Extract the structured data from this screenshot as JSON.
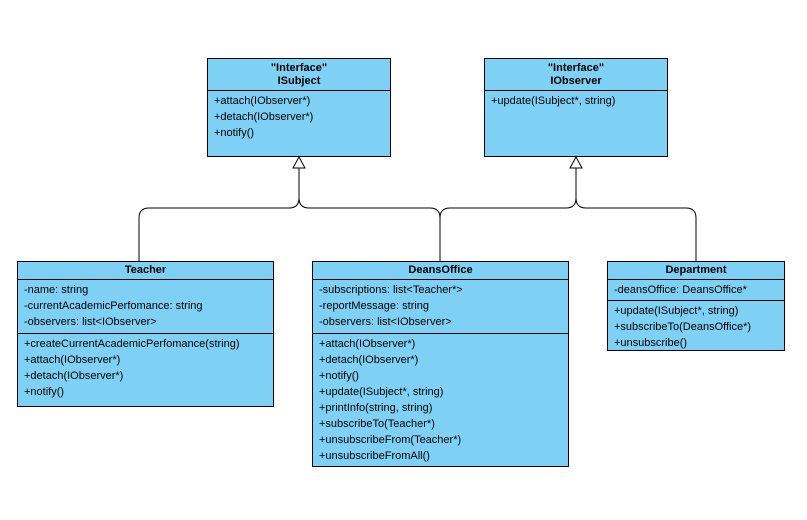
{
  "classes": {
    "isubject": {
      "stereotype": "\"Interface\"",
      "name": "ISubject",
      "attributes": [],
      "methods": [
        "+attach(IObserver*)",
        "+detach(IObserver*)",
        "+notify()"
      ]
    },
    "iobserver": {
      "stereotype": "\"Interface\"",
      "name": "IObserver",
      "attributes": [],
      "methods": [
        "+update(ISubject*, string)"
      ]
    },
    "teacher": {
      "name": "Teacher",
      "attributes": [
        "-name: string",
        "-currentAcademicPerfomance: string",
        "-observers: list<IObserver>"
      ],
      "methods": [
        "+createCurrentAcademicPerfomance(string)",
        "+attach(IObserver*)",
        "+detach(IObserver*)",
        "+notify()"
      ]
    },
    "deansoffice": {
      "name": "DeansOffice",
      "attributes": [
        "-subscriptions: list<Teacher*>",
        "-reportMessage: string",
        "-observers: list<IObserver>"
      ],
      "methods": [
        "+attach(IObserver*)",
        "+detach(IObserver*)",
        "+notify()",
        "+update(ISubject*, string)",
        "+printInfo(string, string)",
        "+subscribeTo(Teacher*)",
        "+unsubscribeFrom(Teacher*)",
        "+unsubscribeFromAll()"
      ]
    },
    "department": {
      "name": "Department",
      "attributes": [
        "-deansOffice: DeansOffice*"
      ],
      "methods": [
        "+update(ISubject*, string)",
        "+subscribeTo(DeansOffice*)",
        "+unsubscribe()"
      ]
    }
  },
  "relations": [
    {
      "from": "Teacher",
      "to": "ISubject",
      "type": "realization"
    },
    {
      "from": "DeansOffice",
      "to": "ISubject",
      "type": "realization"
    },
    {
      "from": "DeansOffice",
      "to": "IObserver",
      "type": "realization"
    },
    {
      "from": "Department",
      "to": "IObserver",
      "type": "realization"
    }
  ]
}
